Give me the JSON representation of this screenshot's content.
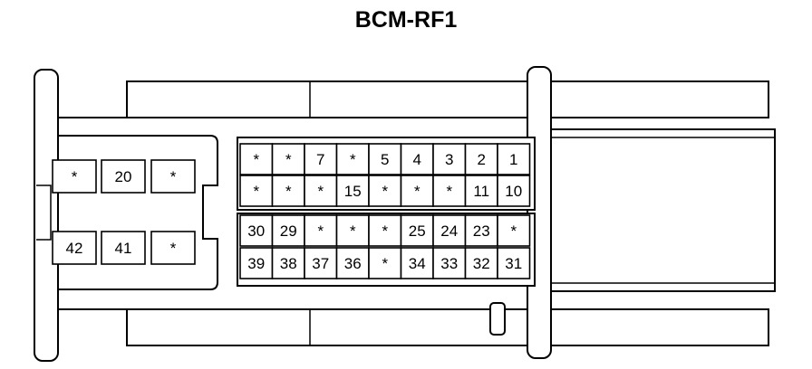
{
  "title": "BCM-RF1",
  "connector": {
    "left_block": {
      "row1": [
        "*",
        "20",
        "*"
      ],
      "row2": [
        "42",
        "41",
        "*"
      ]
    },
    "pin_grid_top": {
      "row1": [
        "*",
        "*",
        "7",
        "*",
        "5",
        "4",
        "3",
        "2",
        "1"
      ],
      "row2": [
        "*",
        "*",
        "*",
        "15",
        "*",
        "*",
        "*",
        "11",
        "10"
      ]
    },
    "pin_grid_bottom": {
      "row1": [
        "30",
        "29",
        "*",
        "*",
        "*",
        "25",
        "24",
        "23",
        "*"
      ],
      "row2": [
        "39",
        "38",
        "37",
        "36",
        "*",
        "34",
        "33",
        "32",
        "31"
      ]
    }
  }
}
